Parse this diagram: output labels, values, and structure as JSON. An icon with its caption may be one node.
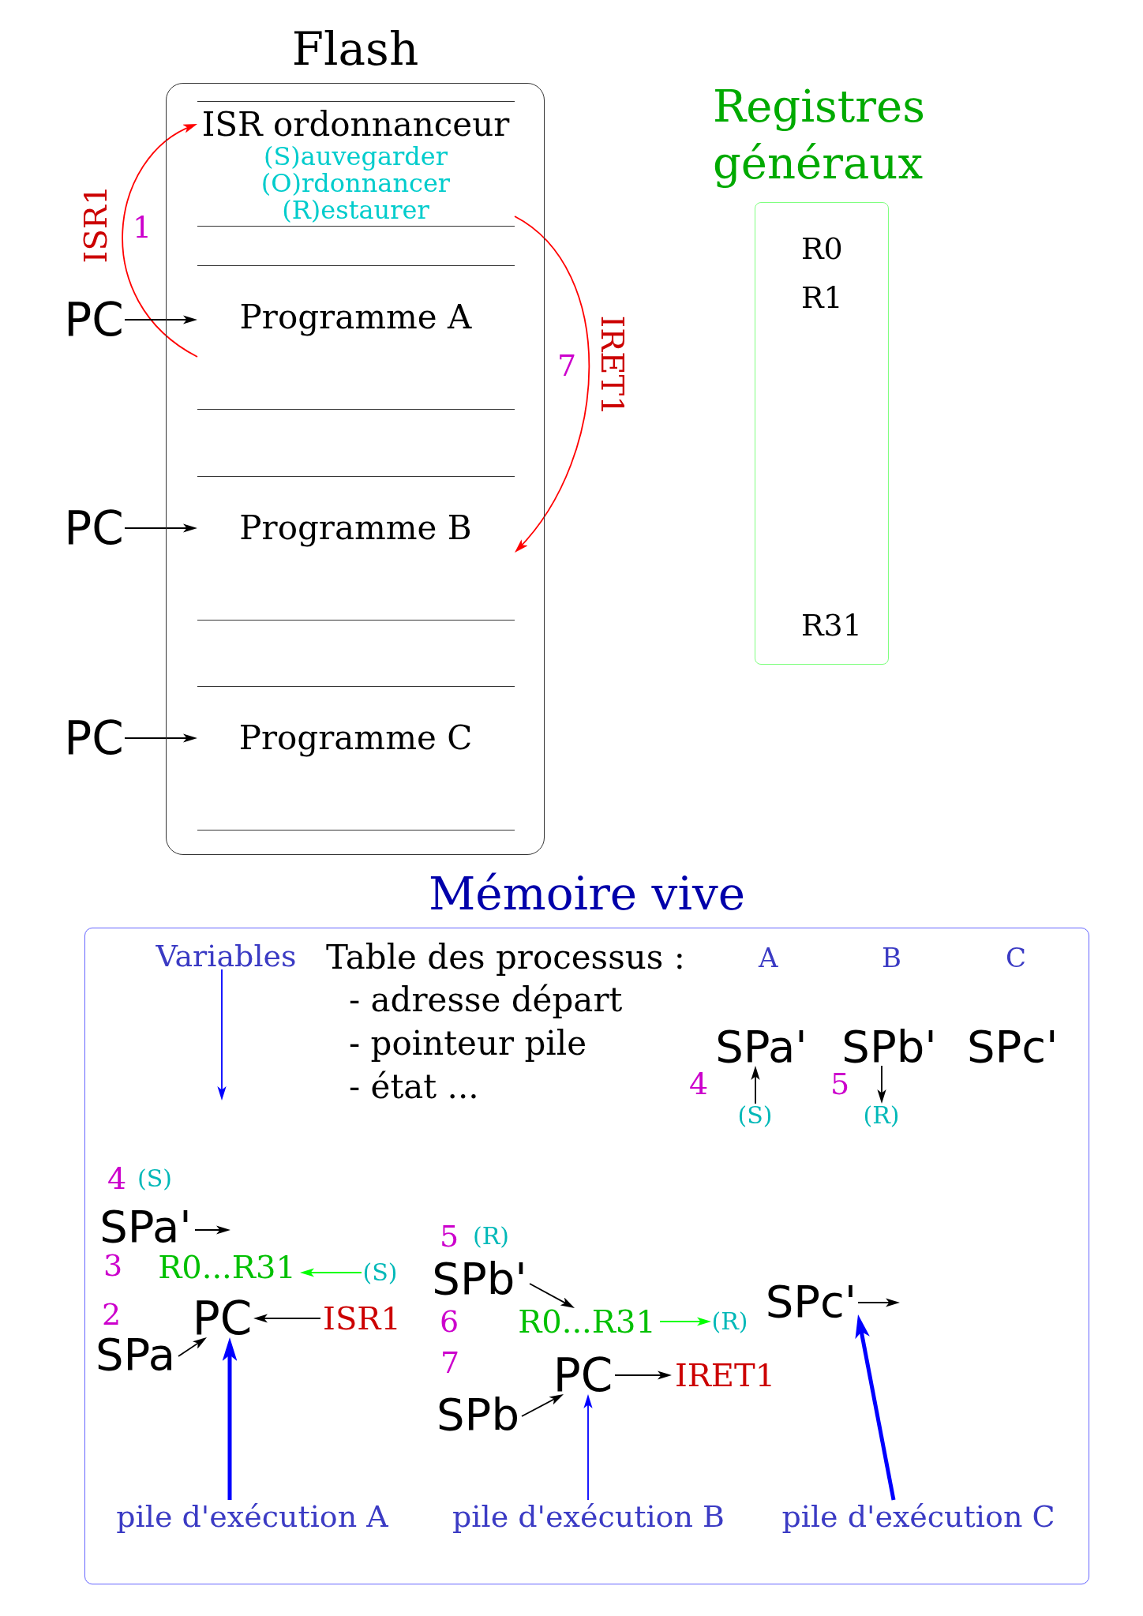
{
  "diagram": {
    "nodes": [
      {
        "text": [
          "Flash"
        ]
      },
      {
        "text": [
          "ISR ordonnanceur",
          "(S)auvegarder",
          "(O)rdonnancer",
          "(R)estaurer"
        ],
        "in": 0
      },
      {
        "text": [
          "Programme A"
        ],
        "in": 0
      },
      {
        "text": [
          "Programme B"
        ],
        "in": 0
      },
      {
        "text": [
          "Programme C"
        ],
        "in": 0
      },
      {
        "text": [
          "PC"
        ]
      },
      {
        "text": [
          "PC"
        ]
      },
      {
        "text": [
          "PC"
        ]
      },
      {
        "text": [
          "Registres généraux",
          "R0",
          "R1",
          "R31"
        ]
      },
      {
        "text": [
          "Mémoire vive"
        ]
      },
      {
        "text": [
          "Variables"
        ],
        "in": 9
      },
      {
        "text": [
          "SPa'"
        ],
        "in": 9
      },
      {
        "text": [
          "SPb'"
        ],
        "in": 9
      },
      {
        "text": [
          "(S)"
        ],
        "in": 9
      },
      {
        "text": [
          "(R)"
        ],
        "in": 9
      },
      {
        "text": [
          "SPa'"
        ],
        "in": 9
      },
      {
        "text": [
          "R0...R31"
        ],
        "in": 9
      },
      {
        "text": [
          "(S)"
        ],
        "in": 9
      },
      {
        "text": [
          "PC"
        ],
        "in": 9
      },
      {
        "text": [
          "ISR1"
        ],
        "in": 9
      },
      {
        "text": [
          "SPa"
        ],
        "in": 9
      },
      {
        "text": [
          "SPb'"
        ],
        "in": 9
      },
      {
        "text": [
          "R0...R31"
        ],
        "in": 9
      },
      {
        "text": [
          "(R)"
        ],
        "in": 9
      },
      {
        "text": [
          "PC"
        ],
        "in": 9
      },
      {
        "text": [
          "IRET1"
        ],
        "in": 9
      },
      {
        "text": [
          "SPb"
        ],
        "in": 9
      },
      {
        "text": [
          "SPc'"
        ],
        "in": 9
      },
      {
        "text": [
          "pile d'exécution A"
        ],
        "in": 9
      },
      {
        "text": [
          "pile d'exécution B"
        ],
        "in": 9
      },
      {
        "text": [
          "pile d'exécution C"
        ],
        "in": 9
      }
    ],
    "edges": [
      {
        "from": 2,
        "to": 1,
        "arrow": "to",
        "label": "ISR1",
        "color": "#ff0000"
      },
      {
        "from": 1,
        "to": 3,
        "arrow": "to",
        "label": "IRET1",
        "color": "#ff0000"
      },
      {
        "from": 5,
        "to": 2,
        "arrow": "to"
      },
      {
        "from": 6,
        "to": 3,
        "arrow": "to"
      },
      {
        "from": 7,
        "to": 4,
        "arrow": "to"
      },
      {
        "from": 10,
        "to": null,
        "arrow": "to",
        "color": "#0000ff"
      },
      {
        "from": 13,
        "to": 11,
        "arrow": "to"
      },
      {
        "from": 12,
        "to": 14,
        "arrow": "to"
      },
      {
        "from": 15,
        "to": null,
        "arrow": "to"
      },
      {
        "from": 17,
        "to": 16,
        "arrow": "to",
        "color": "#00ff00"
      },
      {
        "from": 19,
        "to": 18,
        "arrow": "to"
      },
      {
        "from": 20,
        "to": 18,
        "arrow": "to"
      },
      {
        "from": 28,
        "to": 18,
        "arrow": "to",
        "style": "thick",
        "color": "#0000ff"
      },
      {
        "from": 21,
        "to": 22,
        "arrow": "to"
      },
      {
        "from": 22,
        "to": 23,
        "arrow": "to",
        "color": "#00ff00"
      },
      {
        "from": 24,
        "to": 25,
        "arrow": "to"
      },
      {
        "from": 26,
        "to": 24,
        "arrow": "to"
      },
      {
        "from": 29,
        "to": 24,
        "arrow": "to",
        "color": "#0000ff"
      },
      {
        "from": 27,
        "to": null,
        "arrow": "to"
      },
      {
        "from": 30,
        "to": 27,
        "arrow": "to",
        "style": "thick",
        "color": "#0000ff"
      }
    ],
    "labels": [
      "1",
      "7",
      "Table des processus :",
      "A",
      "B",
      "C",
      "- adresse départ",
      "- pointeur pile",
      "SPc'",
      "- état ...",
      "4",
      "5",
      "4",
      "(S)",
      "3",
      "5",
      "(R)",
      "2",
      "6",
      "7"
    ]
  }
}
